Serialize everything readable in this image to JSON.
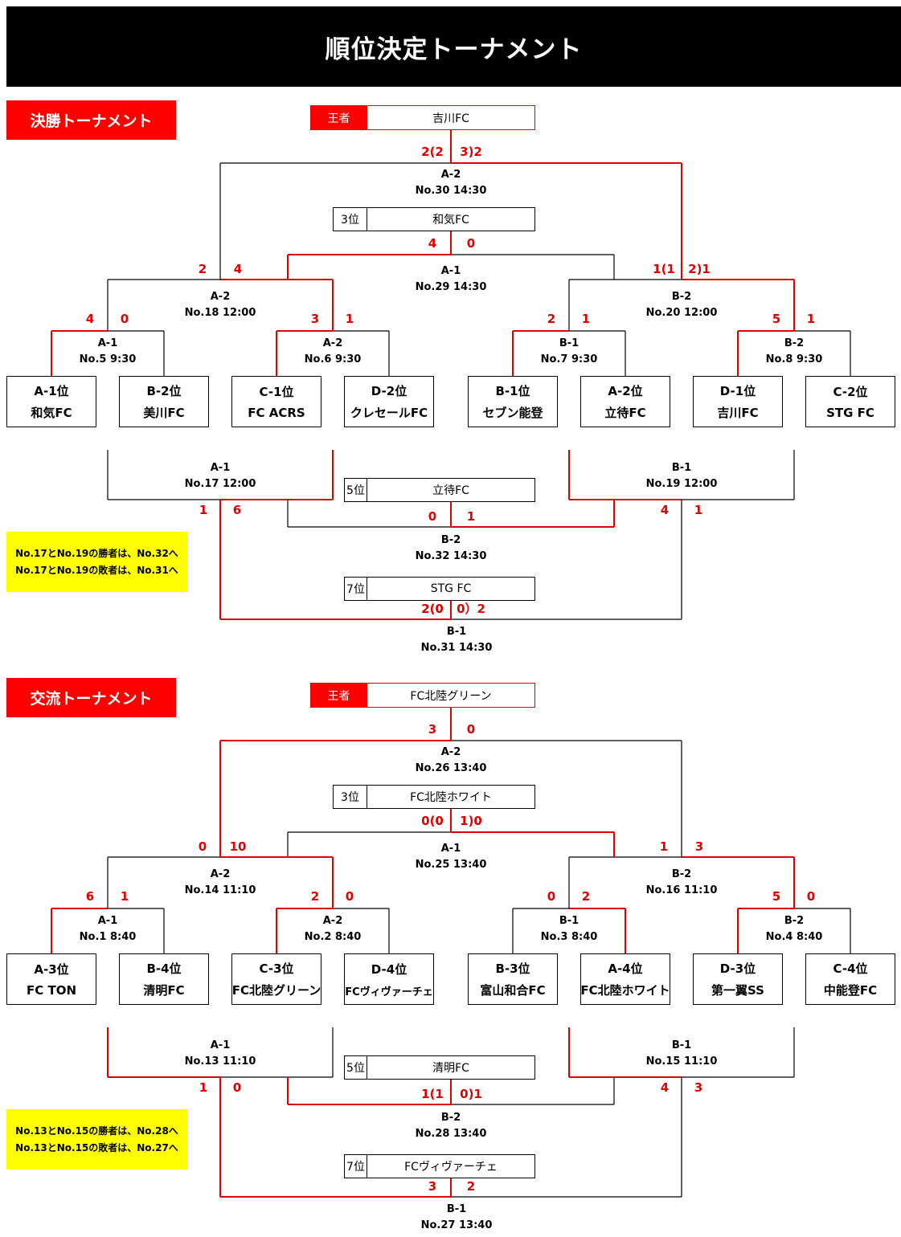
{
  "title": "順位決定トーナメント",
  "colors": {
    "accent": "#ff0000",
    "winline": "#e00000",
    "note_bg": "#ffff00",
    "title_bg": "#000000"
  },
  "sections": [
    {
      "label": "決勝トーナメント",
      "note": [
        "No.17とNo.19の勝者は、No.32へ",
        "No.17とNo.19の敗者は、No.31へ"
      ],
      "places": {
        "champion": {
          "label": "王者",
          "name": "吉川FC"
        },
        "third": {
          "label": "3位",
          "name": "和気FC"
        },
        "fifth": {
          "label": "5位",
          "name": "立待FC"
        },
        "seventh": {
          "label": "7位",
          "name": "STG FC"
        }
      },
      "teams": [
        {
          "seed": "A-1位",
          "name": "和気FC"
        },
        {
          "seed": "B-2位",
          "name": "美川FC"
        },
        {
          "seed": "C-1位",
          "name": "FC ACRS"
        },
        {
          "seed": "D-2位",
          "name": "クレセールFC"
        },
        {
          "seed": "B-1位",
          "name": "セブン能登"
        },
        {
          "seed": "A-2位",
          "name": "立待FC"
        },
        {
          "seed": "D-1位",
          "name": "吉川FC"
        },
        {
          "seed": "C-2位",
          "name": "STG FC"
        }
      ],
      "matches": {
        "r1": [
          {
            "court": "A-1",
            "no": "No.5 9:30"
          },
          {
            "court": "A-2",
            "no": "No.6 9:30"
          },
          {
            "court": "B-1",
            "no": "No.7 9:30"
          },
          {
            "court": "B-2",
            "no": "No.8 9:30"
          }
        ],
        "r2": [
          {
            "court": "A-2",
            "no": "No.18 12:00"
          },
          {
            "court": "B-2",
            "no": "No.20 12:00"
          }
        ],
        "third": {
          "court": "A-1",
          "no": "No.29 14:30"
        },
        "final": {
          "court": "A-2",
          "no": "No.30 14:30"
        },
        "lower": [
          {
            "court": "A-1",
            "no": "No.17 12:00"
          },
          {
            "court": "B-1",
            "no": "No.19 12:00"
          }
        ],
        "fifth": {
          "court": "B-2",
          "no": "No.32 14:30"
        },
        "seventh": {
          "court": "B-1",
          "no": "No.31 14:30"
        }
      },
      "scores": {
        "r1": [
          [
            "4",
            "0"
          ],
          [
            "3",
            "1"
          ],
          [
            "2",
            "1"
          ],
          [
            "5",
            "1"
          ]
        ],
        "r2": [
          [
            "2",
            "4"
          ],
          [
            "1(1",
            "2)1"
          ]
        ],
        "third": [
          "4",
          "0"
        ],
        "final": [
          "2(2",
          "3)2"
        ],
        "lower": [
          [
            "1",
            "6"
          ],
          [
            "4",
            "1"
          ]
        ],
        "fifth": [
          "0",
          "1"
        ],
        "seventh": [
          "2(0",
          "0）2"
        ]
      }
    },
    {
      "label": "交流トーナメント",
      "note": [
        "No.13とNo.15の勝者は、No.28へ",
        "No.13とNo.15の敗者は、No.27へ"
      ],
      "places": {
        "champion": {
          "label": "王者",
          "name": "FC北陸グリーン"
        },
        "third": {
          "label": "3位",
          "name": "FC北陸ホワイト"
        },
        "fifth": {
          "label": "5位",
          "name": "清明FC"
        },
        "seventh": {
          "label": "7位",
          "name": "FCヴィヴァーチェ"
        }
      },
      "teams": [
        {
          "seed": "A-3位",
          "name": "FC TON"
        },
        {
          "seed": "B-4位",
          "name": "清明FC"
        },
        {
          "seed": "C-3位",
          "name": "FC北陸グリーン"
        },
        {
          "seed": "D-4位",
          "name": "FCヴィヴァーチェ"
        },
        {
          "seed": "B-3位",
          "name": "富山和合FC"
        },
        {
          "seed": "A-4位",
          "name": "FC北陸ホワイト"
        },
        {
          "seed": "D-3位",
          "name": "第一翼SS"
        },
        {
          "seed": "C-4位",
          "name": "中能登FC"
        }
      ],
      "matches": {
        "r1": [
          {
            "court": "A-1",
            "no": "No.1 8:40"
          },
          {
            "court": "A-2",
            "no": "No.2 8:40"
          },
          {
            "court": "B-1",
            "no": "No.3 8:40"
          },
          {
            "court": "B-2",
            "no": "No.4 8:40"
          }
        ],
        "r2": [
          {
            "court": "A-2",
            "no": "No.14 11:10"
          },
          {
            "court": "B-2",
            "no": "No.16 11:10"
          }
        ],
        "third": {
          "court": "A-1",
          "no": "No.25 13:40"
        },
        "final": {
          "court": "A-2",
          "no": "No.26 13:40"
        },
        "lower": [
          {
            "court": "A-1",
            "no": "No.13 11:10"
          },
          {
            "court": "B-1",
            "no": "No.15 11:10"
          }
        ],
        "fifth": {
          "court": "B-2",
          "no": "No.28 13:40"
        },
        "seventh": {
          "court": "B-1",
          "no": "No.27 13:40"
        }
      },
      "scores": {
        "r1": [
          [
            "6",
            "1"
          ],
          [
            "2",
            "0"
          ],
          [
            "0",
            "2"
          ],
          [
            "5",
            "0"
          ]
        ],
        "r2": [
          [
            "0",
            "10"
          ],
          [
            "1",
            "3"
          ]
        ],
        "third": [
          "0(0",
          "1)0"
        ],
        "final": [
          "3",
          "0"
        ],
        "lower": [
          [
            "1",
            "0"
          ],
          [
            "4",
            "3"
          ]
        ],
        "fifth": [
          "1(1",
          "0)1"
        ],
        "seventh": [
          "3",
          "2"
        ]
      }
    }
  ]
}
